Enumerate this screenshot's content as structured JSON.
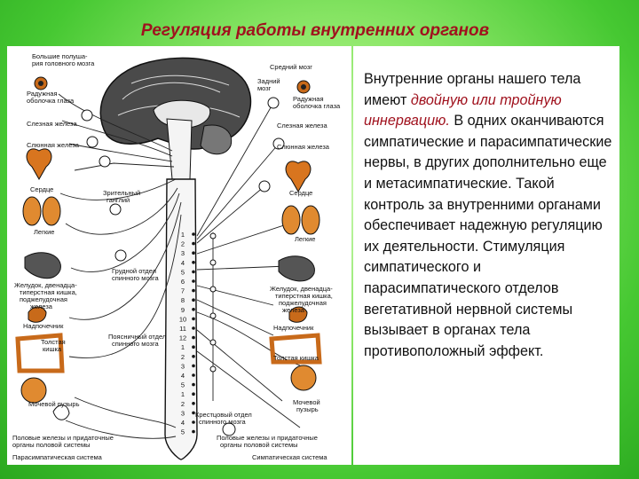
{
  "title": "Регуляция работы внутренних органов",
  "figure": {
    "labels": {
      "cerebral_hemispheres": "Большие полуша-",
      "cerebral_hemispheres_2": "рия головного мозга",
      "iris_left": "Радужная",
      "iris_left_2": "оболочка глаза",
      "lacrimal_left": "Слезная железа",
      "salivary_left": "Слюнная железа",
      "heart_left": "Сердце",
      "lungs_left": "Легкие",
      "stomach_left": "Желудок, двенадца-",
      "stomach_left_2": "типерстная кишка,",
      "stomach_left_3": "поджелудочная",
      "stomach_left_4": "железа",
      "adrenal_left": "Надпочечник",
      "colon_left": "Толстая",
      "colon_left_2": "кишка",
      "bladder_left": "Мочевой пузырь",
      "gonads_left": "Половые железы и придаточные",
      "gonads_left_2": "органы половой системы",
      "parasympathetic": "Парасимпатическая система",
      "midbrain": "Средний мозг",
      "hindbrain": "Задний",
      "hindbrain_2": "мозг",
      "iris_right": "Радужная",
      "iris_right_2": "оболочка глаза",
      "lacrimal_right": "Слезная железа",
      "salivary_right": "Слюнная железа",
      "ciliary": "Зрительный",
      "ciliary_2": "ганглий",
      "heart_right": "Сердце",
      "lungs_right": "Легкие",
      "thoracic": "Грудной отдел",
      "thoracic_2": "спинного мозга",
      "stomach_right": "Желудок, двенадца-",
      "stomach_right_2": "типерстная кишка,",
      "stomach_right_3": "поджелудочная",
      "stomach_right_4": "железа",
      "adrenal_right": "Надпочечник",
      "lumbar": "Поясничный отдел",
      "lumbar_2": "спинного мозга",
      "colon_right": "Толстая кишка",
      "bladder_right": "Мочевой",
      "bladder_right_2": "пузырь",
      "sacral": "Крестцовый отдел",
      "sacral_2": "спинного мозга",
      "gonads_right": "Половые железы и придаточные",
      "gonads_right_2": "органы половой системы",
      "sympathetic": "Симпатическая система"
    },
    "segments": [
      "1",
      "2",
      "3",
      "4",
      "5",
      "6",
      "7",
      "8",
      "9",
      "10",
      "11",
      "12",
      "1",
      "2",
      "3",
      "4",
      "5",
      "1",
      "2",
      "3",
      "4",
      "5"
    ]
  },
  "text": {
    "part1": "Внутренние органы нашего тела имеют ",
    "highlight": "двойную или тройную иннервацию.",
    "part2": " В одних оканчиваются симпатические и парасимпатические нервы, в других дополнительно еще и метасимпатические. Такой контроль за внутренними органами обеспечивает надежную регуляцию их деятельности. Стимуляция симпатического и парасимпатического отделов вегетативной нервной системы вызывает в органах тела противоположный эффект."
  }
}
